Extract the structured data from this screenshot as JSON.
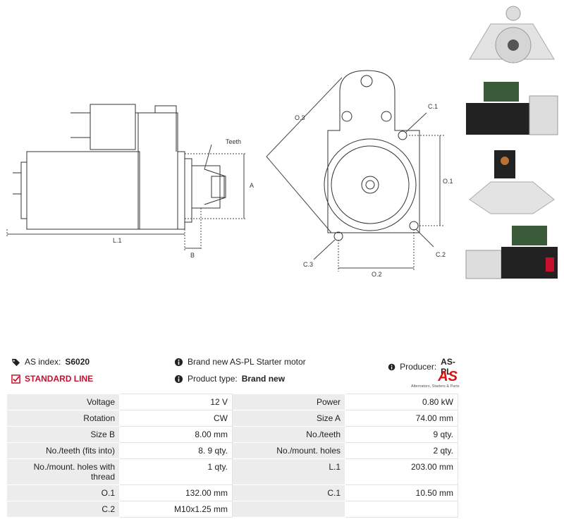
{
  "drawing_labels": {
    "teeth": "Teeth",
    "a": "A",
    "l1": "L.1",
    "b": "B",
    "o3": "O.3",
    "c1": "C.1",
    "o1": "O.1",
    "c2": "C.2",
    "c3": "C.3",
    "o2": "O.2"
  },
  "info": {
    "as_index_label": "AS index:",
    "as_index_value": "S6020",
    "line_label": "STANDARD LINE",
    "description": "Brand new AS-PL Starter motor",
    "product_type_label": "Product type:",
    "product_type_value": "Brand new",
    "producer_label": "Producer:",
    "producer_value": "AS-PL",
    "logo_text": "AS",
    "logo_tagline": "Alternators, Starters & Parts"
  },
  "specs": [
    [
      "Voltage",
      "12 V",
      "Power",
      "0.80 kW"
    ],
    [
      "Rotation",
      "CW",
      "Size A",
      "74.00 mm"
    ],
    [
      "Size B",
      "8.00 mm",
      "No./teeth",
      "9 qty."
    ],
    [
      "No./teeth (fits into)",
      "8. 9 qty.",
      "No./mount. holes",
      "2 qty."
    ],
    [
      "No./mount. holes with thread",
      "1 qty.",
      "L.1",
      "203.00 mm"
    ],
    [
      "O.1",
      "132.00 mm",
      "C.1",
      "10.50 mm"
    ],
    [
      "C.2",
      "M10x1.25 mm",
      "",
      ""
    ]
  ],
  "colors": {
    "accent": "#c8102e",
    "label_bg": "#ececec"
  }
}
